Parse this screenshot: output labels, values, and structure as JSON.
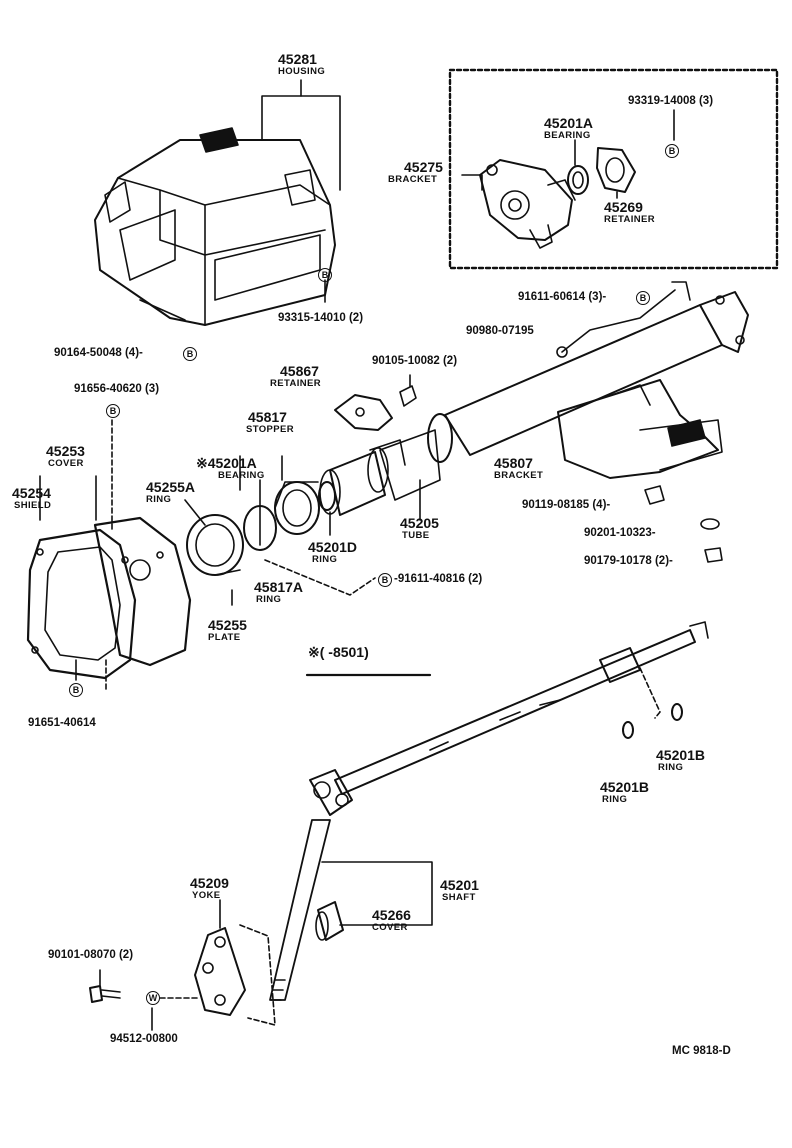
{
  "labels": {
    "housing_num": "45281",
    "housing_name": "HOUSING",
    "screw_93315": "93315-14010 (2)",
    "screw_90164": "90164-50048 (4)-",
    "bracket_45275_num": "45275",
    "bracket_45275_name": "BRACKET",
    "bearing_45201a_top_num": "45201A",
    "bearing_45201a_top_name": "BEARING",
    "screw_93319": "93319-14008 (3)",
    "retainer_45269_num": "45269",
    "retainer_45269_name": "RETAINER",
    "screw_91611_60614": "91611-60614 (3)-",
    "wire_90980": "90980-07195",
    "retainer_45867_num": "45867",
    "retainer_45867_name": "RETAINER",
    "clip_90105": "90105-10082 (2)",
    "screw_91656": "91656-40620 (3)",
    "stopper_45817_num": "45817",
    "stopper_45817_name": "STOPPER",
    "cover_45253_num": "45253",
    "cover_45253_name": "COVER",
    "bearing_45201a_mid_num": "※45201A",
    "bearing_45201a_mid_name": "BEARING",
    "shield_45254_num": "45254",
    "shield_45254_name": "SHIELD",
    "ring_45255a_num": "45255A",
    "ring_45255a_name": "RING",
    "bracket_45807_num": "45807",
    "bracket_45807_name": "BRACKET",
    "bolt_90119": "90119-08185 (4)-",
    "washer_90201": "90201-10323-",
    "nut_90179": "90179-10178 (2)-",
    "tube_45205_num": "45205",
    "tube_45205_name": "TUBE",
    "ring_45201d_num": "45201D",
    "ring_45201d_name": "RING",
    "ring_45817a_num": "45817A",
    "ring_45817a_name": "RING",
    "screw_91611_40816": "-91611-40816 (2)",
    "plate_45255_num": "45255",
    "plate_45255_name": "PLATE",
    "note_8501": "※(      -8501)",
    "screw_91651": "91651-40614",
    "ring_45201b_right_num": "45201B",
    "ring_45201b_right_name": "RING",
    "ring_45201b_left_num": "45201B",
    "ring_45201b_left_name": "RING",
    "yoke_45209_num": "45209",
    "yoke_45209_name": "YOKE",
    "shaft_45201_num": "45201",
    "shaft_45201_name": "SHAFT",
    "cover_45266_num": "45266",
    "cover_45266_name": "COVER",
    "bolt_90101": "90101-08070 (2)",
    "washer_94512": "94512-00800",
    "diagram_code": "MC  9818-D"
  },
  "badges": {
    "b": "B",
    "w": "W"
  },
  "colors": {
    "ink": "#111111",
    "paper": "#ffffff"
  },
  "icons": {
    "badge_b": "circled-letter-B",
    "badge_w": "circled-letter-W"
  }
}
